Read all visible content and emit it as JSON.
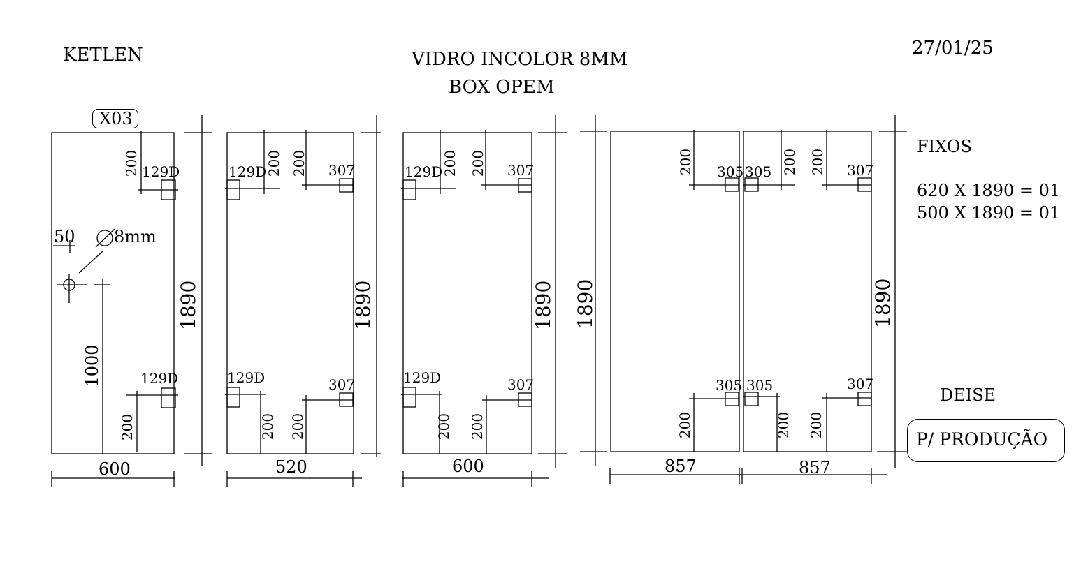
{
  "header": {
    "client": "KETLEN",
    "title": "VIDRO INCOLOR 8MM",
    "subtitle": "BOX OPEM",
    "date": "27/01/25"
  },
  "panel_tag": "X03",
  "panels": [
    {
      "id": "p1",
      "width_label": "600",
      "height_label": "1890",
      "hardware": [
        "129D",
        "129D"
      ],
      "offsets": [
        "200",
        "200",
        "1000",
        "50"
      ],
      "hole_label": "8mm"
    },
    {
      "id": "p2",
      "width_label": "520",
      "height_label": "1890",
      "hardware": [
        "129D",
        "307",
        "129D",
        "307"
      ],
      "offsets": [
        "200",
        "200",
        "200",
        "200"
      ]
    },
    {
      "id": "p3",
      "width_label": "600",
      "height_label": "1890",
      "hardware": [
        "129D",
        "307",
        "129D",
        "307"
      ],
      "offsets": [
        "200",
        "200",
        "200",
        "200"
      ]
    },
    {
      "id": "p4",
      "width_label": "857",
      "height_label": "1890",
      "hardware": [
        "305",
        "305"
      ],
      "offsets": [
        "200",
        "200"
      ]
    },
    {
      "id": "p5",
      "width_label": "857",
      "height_label": "1890",
      "hardware": [
        "305",
        "307",
        "305",
        "307"
      ],
      "offsets": [
        "200",
        "200",
        "200",
        "200"
      ]
    }
  ],
  "fixed": {
    "heading": "FIXOS",
    "items": [
      "620 X 1890 = 01",
      "500 X 1890 = 01"
    ]
  },
  "footer": {
    "person": "DEISE",
    "stamp": "P/ PRODUÇÃO"
  }
}
